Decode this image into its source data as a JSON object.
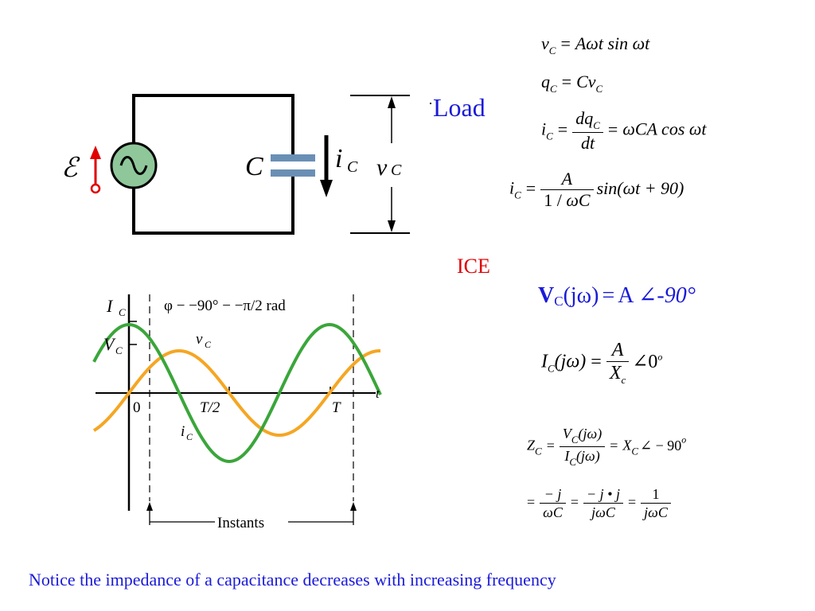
{
  "circuit": {
    "emf_symbol": "ℰ",
    "cap_label": "C",
    "current_label": "i",
    "current_sub": "C",
    "voltage_label": "v",
    "voltage_sub": "C",
    "load_bullet": "·",
    "load_label": "Load"
  },
  "ice_label": "ICE",
  "equations": {
    "eq1": {
      "lhs": "v",
      "lhs_sub": "C",
      "rhs": "Aωt sin ωt"
    },
    "eq2": {
      "lhs": "q",
      "lhs_sub": "C",
      "rhs_var": "Cv",
      "rhs_sub": "C"
    },
    "eq3": {
      "lhs": "i",
      "lhs_sub": "C",
      "num": "dq",
      "num_sub": "C",
      "den": "dt",
      "rhs": "ωCA cos ωt"
    },
    "eq4": {
      "lhs": "i",
      "lhs_sub": "C",
      "num": "A",
      "den_1": "1",
      "den_2": "ωC",
      "rhs": "sin(ωt + 90)"
    }
  },
  "phasor": {
    "v_label": "V",
    "v_sub": "C",
    "v_arg": "(jω)",
    "equals": "=",
    "magnitude": "A",
    "angle": "∠-90°"
  },
  "current_phasor": {
    "lhs": "I",
    "lhs_sub": "C",
    "lhs_arg": "(jω)",
    "num": "A",
    "den": "X",
    "den_sub": "c",
    "angle": "∠0",
    "angle_sup": "o"
  },
  "impedance": {
    "line1": {
      "lhs": "Z",
      "lhs_sub": "C",
      "num": "V",
      "num_sub": "C",
      "num_arg": "(jω)",
      "den": "I",
      "den_sub": "C",
      "den_arg": "(jω)",
      "rhs": "X",
      "rhs_sub": "C",
      "rhs_angle": "∠ − 90",
      "rhs_sup": "o"
    },
    "line2": {
      "f1_num": "− j",
      "f1_den": "ωC",
      "f2_num": "− j • j",
      "f2_den": "jωC",
      "f3_num": "1",
      "f3_den": "jωC"
    }
  },
  "graph": {
    "y_label_1": "I",
    "y_label_1_sub": "C",
    "y_label_2": "V",
    "y_label_2_sub": "C",
    "phase_text": "φ − −90° − −π/2 rad",
    "vc_label": "v",
    "vc_sub": "C",
    "ic_label": "i",
    "ic_sub": "C",
    "x_axis_label": "t",
    "tick_0": "0",
    "tick_half": "T/2",
    "tick_T": "T",
    "instants_label": "Instants",
    "colors": {
      "voltage": "#f5a623",
      "current": "#3aa63a"
    }
  },
  "footer_note": "Notice the impedance of a capacitance decreases with increasing frequency"
}
